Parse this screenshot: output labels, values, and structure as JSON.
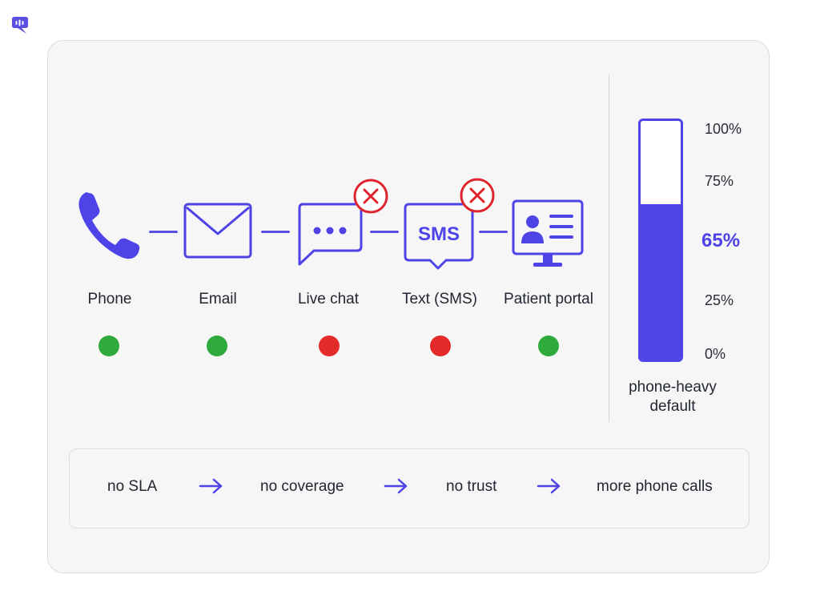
{
  "brand": {
    "icon": "chat-bubble-logo-icon",
    "color": "#5a4fe0"
  },
  "channels": [
    {
      "label": "Phone",
      "icon": "phone-icon",
      "status": "available",
      "blocked": false
    },
    {
      "label": "Email",
      "icon": "envelope-icon",
      "status": "available",
      "blocked": false
    },
    {
      "label": "Live chat",
      "icon": "chat-bubble-dots-icon",
      "status": "unavailable",
      "blocked": true
    },
    {
      "label": "Text (SMS)",
      "icon": "sms-bubble-icon",
      "icon_text": "SMS",
      "status": "unavailable",
      "blocked": true
    },
    {
      "label": "Patient portal",
      "icon": "monitor-profile-icon",
      "status": "available",
      "blocked": false
    }
  ],
  "status_colors": {
    "available": "#2eaa3a",
    "unavailable": "#e52a2a"
  },
  "accent_color": "#4d43e6",
  "blocked_color": "#e0242f",
  "gauge": {
    "value_percent": 65,
    "highlight_label": "65%",
    "ticks": [
      {
        "label": "100%",
        "value": 100
      },
      {
        "label": "75%",
        "value": 75
      },
      {
        "label": "25%",
        "value": 25
      },
      {
        "label": "0%",
        "value": 0
      }
    ],
    "caption_line1": "phone-heavy",
    "caption_line2": "default"
  },
  "flow": {
    "steps": [
      "no SLA",
      "no coverage",
      "no trust",
      "more phone calls"
    ],
    "arrow_icon": "arrow-right-icon"
  }
}
